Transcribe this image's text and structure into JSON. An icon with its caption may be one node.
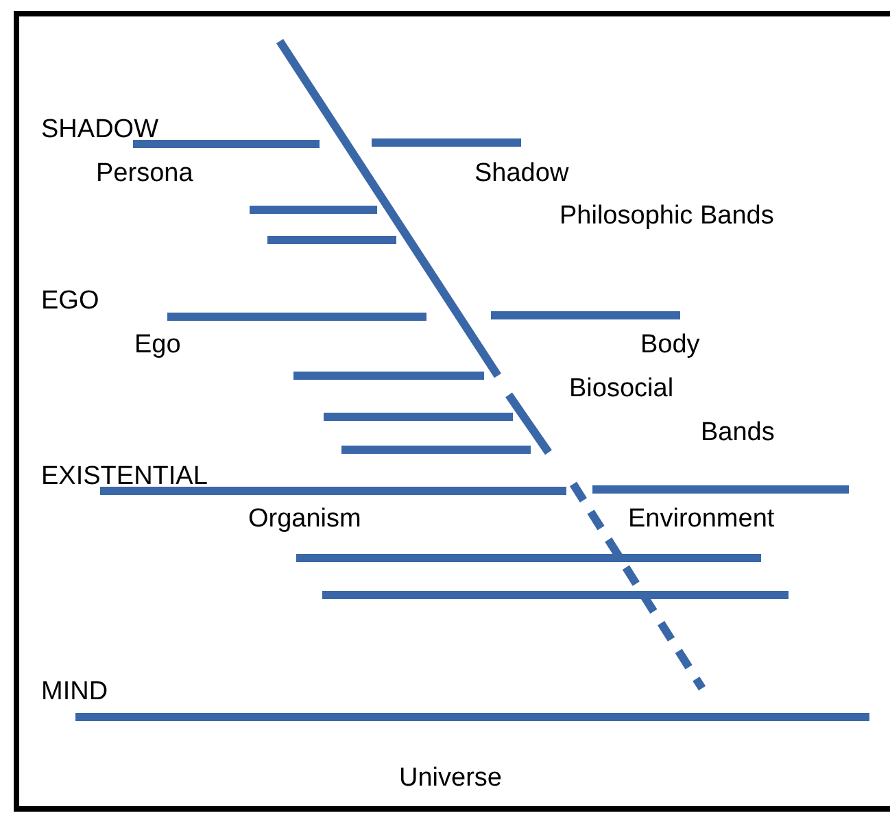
{
  "diagram": {
    "labels": [
      "SHADOW",
      "Persona",
      "Shadow",
      "Philosophic Bands",
      "EGO",
      "Ego",
      "Body",
      "Biosocial",
      "Bands",
      "EXISTENTIAL",
      "Organism",
      "Environment",
      "MIND",
      "Universe"
    ]
  }
}
